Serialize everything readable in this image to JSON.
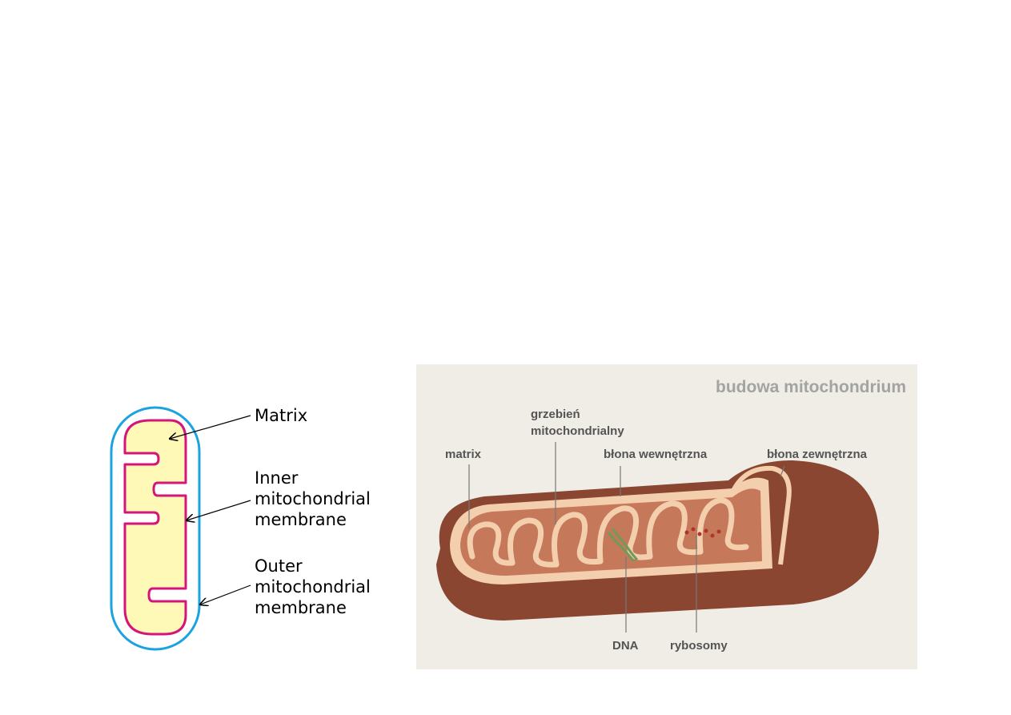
{
  "left_diagram": {
    "labels": {
      "matrix": "Matrix",
      "inner": [
        "Inner",
        "mitochondrial",
        "membrane"
      ],
      "outer": [
        "Outer",
        "mitochondrial",
        "membrane"
      ]
    },
    "colors": {
      "outer_membrane": "#1aa3e0",
      "inner_membrane": "#d4167a",
      "matrix_fill": "#fff9b8"
    }
  },
  "right_diagram": {
    "title": "budowa mitochondrium",
    "labels": {
      "matrix": "matrix",
      "crista": [
        "grzebień",
        "mitochondrialny"
      ],
      "inner_membrane": "błona wewnętrzna",
      "outer_membrane": "błona zewnętrzna",
      "dna": "DNA",
      "ribosomes": "rybosomy"
    },
    "colors": {
      "background": "#efede6",
      "outer_shell": "#8a4631",
      "inner_wall": "#c6795a",
      "membrane_edge": "#f3cfae",
      "dna": "#6f9a5a",
      "ribosomes": "#b0342a"
    }
  }
}
